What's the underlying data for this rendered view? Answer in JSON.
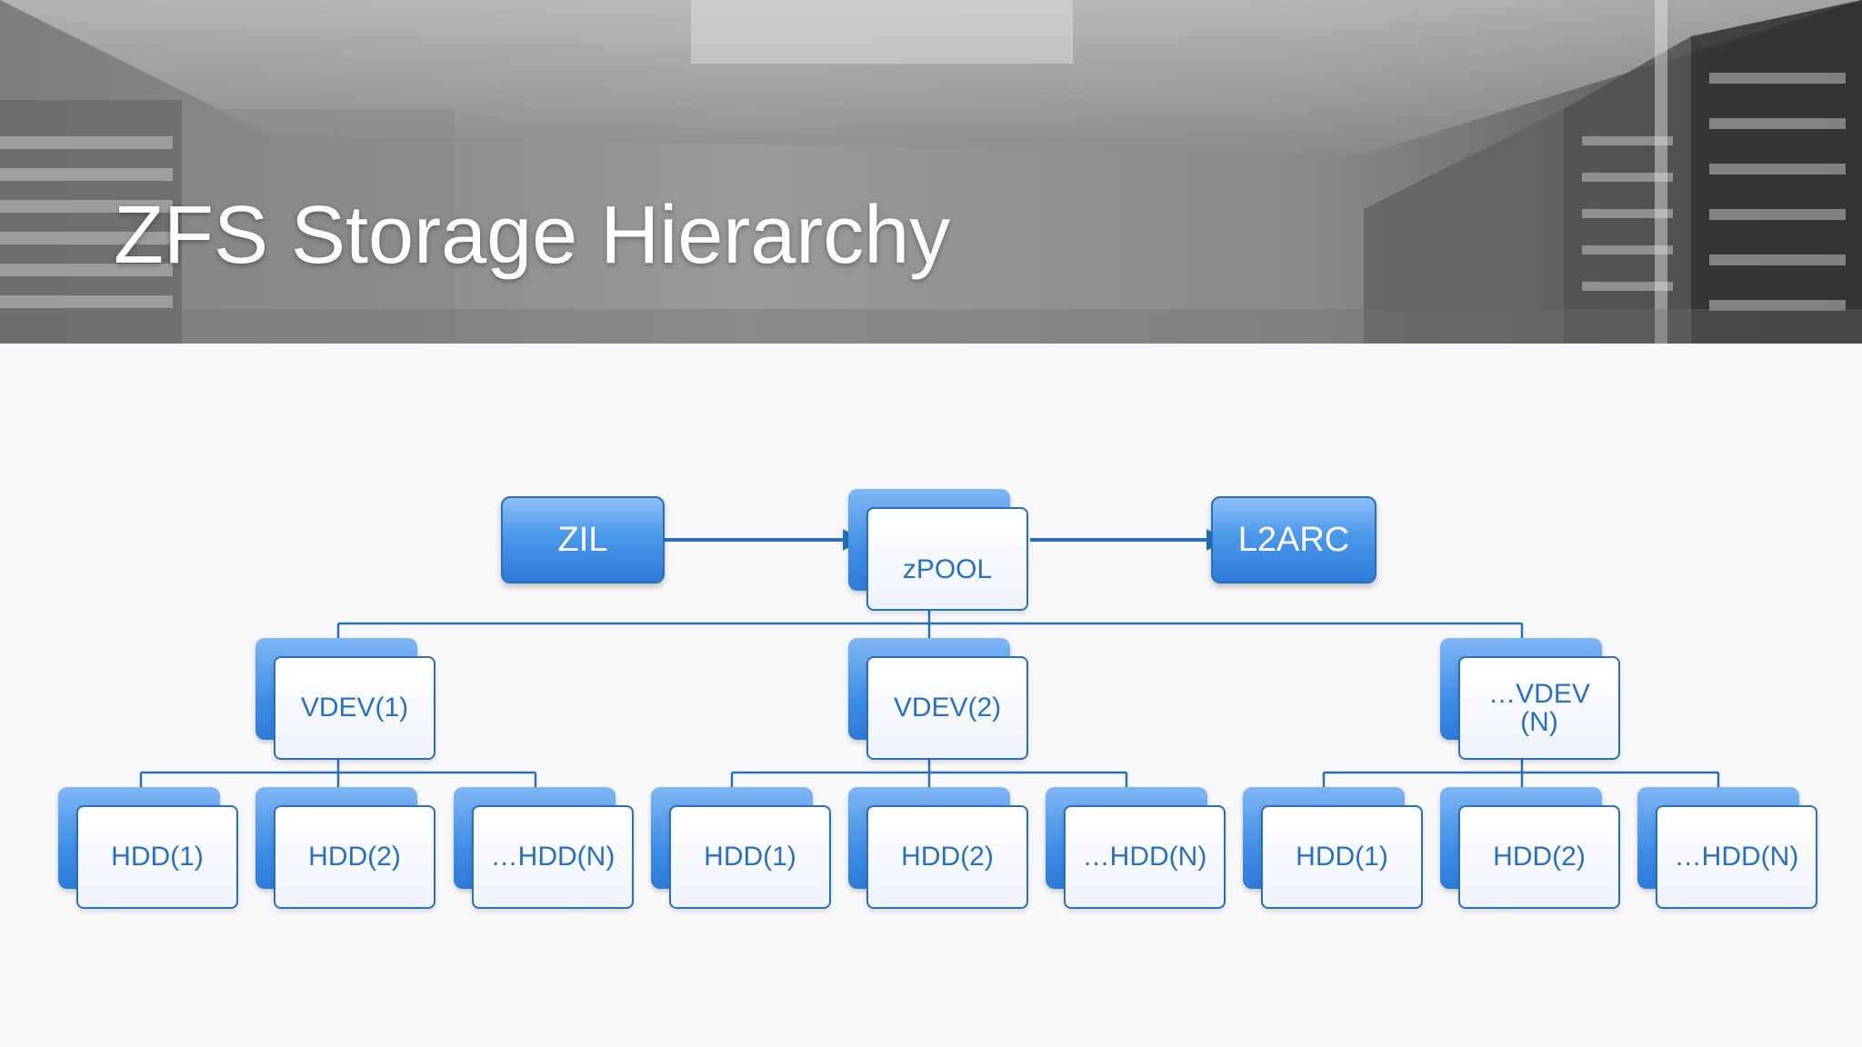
{
  "slide": {
    "title": "ZFS Storage Hierarchy"
  },
  "colors": {
    "accent": "#3f8ee6",
    "line": "#2a6fb8",
    "node_text": "#2a6fc0",
    "background": "#f8f8fa"
  },
  "diagram": {
    "zil": "ZIL",
    "zpool": "zPOOL",
    "l2arc": "L2ARC",
    "vdevs": [
      {
        "label": "VDEV(1)",
        "hdds": [
          "HDD(1)",
          "HDD(2)",
          "…HDD(N)"
        ]
      },
      {
        "label": "VDEV(2)",
        "hdds": [
          "HDD(1)",
          "HDD(2)",
          "…HDD(N)"
        ]
      },
      {
        "label": "…VDEV(N)",
        "hdds": [
          "HDD(1)",
          "HDD(2)",
          "…HDD(N)"
        ]
      }
    ]
  }
}
